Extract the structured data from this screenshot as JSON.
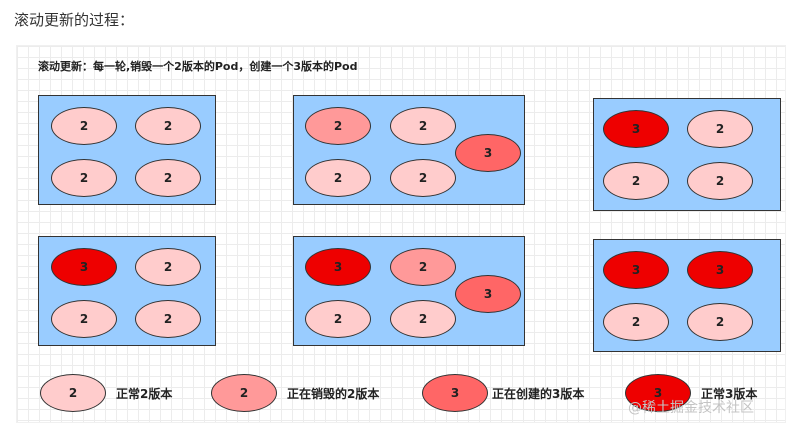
{
  "heading": "滚动更新的过程：",
  "caption": "滚动更新：每一轮,销毁一个2版本的Pod，创建一个3版本的Pod",
  "colors": {
    "normal_v2": "#ffcccc",
    "destroying_v2": "#ff9999",
    "creating_v3": "#ff6666",
    "normal_v3": "#ee0000",
    "box_fill": "#99ccff"
  },
  "boxes": [
    {
      "pods": [
        {
          "label": "2",
          "state": "normal_v2"
        },
        {
          "label": "2",
          "state": "normal_v2"
        },
        {
          "label": "2",
          "state": "normal_v2"
        },
        {
          "label": "2",
          "state": "normal_v2"
        }
      ]
    },
    {
      "pods": [
        {
          "label": "2",
          "state": "destroying_v2"
        },
        {
          "label": "2",
          "state": "normal_v2"
        },
        {
          "label": "2",
          "state": "normal_v2"
        },
        {
          "label": "2",
          "state": "normal_v2"
        },
        {
          "label": "3",
          "state": "creating_v3"
        }
      ]
    },
    {
      "pods": [
        {
          "label": "3",
          "state": "normal_v3"
        },
        {
          "label": "2",
          "state": "normal_v2"
        },
        {
          "label": "2",
          "state": "normal_v2"
        },
        {
          "label": "2",
          "state": "normal_v2"
        }
      ]
    },
    {
      "pods": [
        {
          "label": "3",
          "state": "normal_v3"
        },
        {
          "label": "2",
          "state": "normal_v2"
        },
        {
          "label": "2",
          "state": "normal_v2"
        },
        {
          "label": "2",
          "state": "normal_v2"
        }
      ]
    },
    {
      "pods": [
        {
          "label": "3",
          "state": "normal_v3"
        },
        {
          "label": "2",
          "state": "destroying_v2"
        },
        {
          "label": "2",
          "state": "normal_v2"
        },
        {
          "label": "2",
          "state": "normal_v2"
        },
        {
          "label": "3",
          "state": "creating_v3"
        }
      ]
    },
    {
      "pods": [
        {
          "label": "3",
          "state": "normal_v3"
        },
        {
          "label": "3",
          "state": "normal_v3"
        },
        {
          "label": "2",
          "state": "normal_v2"
        },
        {
          "label": "2",
          "state": "normal_v2"
        }
      ]
    }
  ],
  "legend": [
    {
      "label": "2",
      "state": "normal_v2",
      "text": "正常2版本"
    },
    {
      "label": "2",
      "state": "destroying_v2",
      "text": "正在销毁的2版本"
    },
    {
      "label": "3",
      "state": "creating_v3",
      "text": "正在创建的3版本"
    },
    {
      "label": "3",
      "state": "normal_v3",
      "text": "正常3版本"
    }
  ],
  "watermark": "@稀土掘金技术社区"
}
